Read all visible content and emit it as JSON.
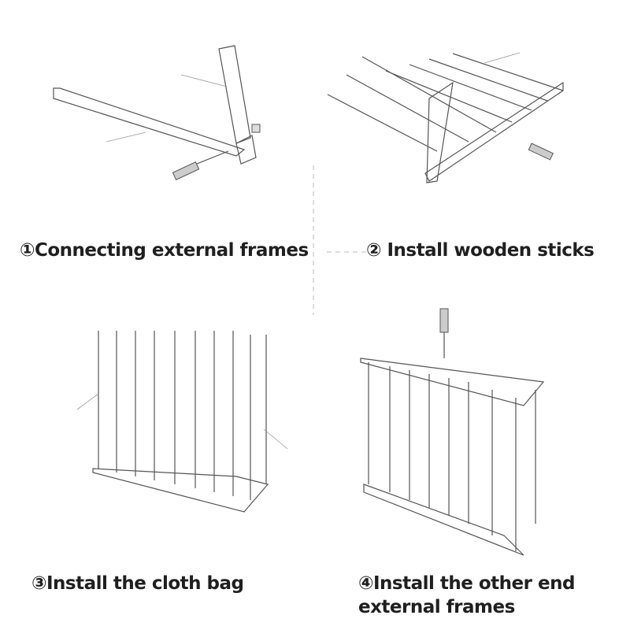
{
  "steps": [
    {
      "label": "①Connecting external frames"
    },
    {
      "label": "② Install wooden sticks"
    },
    {
      "label": "③Install the cloth bag"
    },
    {
      "label": "④Install the other end",
      "label_line2": "external frames"
    }
  ]
}
